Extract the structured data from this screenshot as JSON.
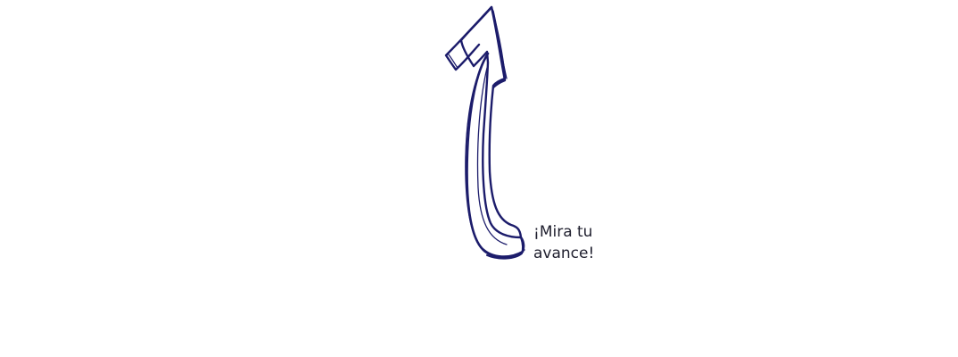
{
  "callout": {
    "line1": "¡Mira tu",
    "line2": "avance!"
  },
  "arrow": {
    "icon": "curved-up-arrow-icon",
    "stroke_color": "#1c1c6b",
    "direction": "up"
  }
}
